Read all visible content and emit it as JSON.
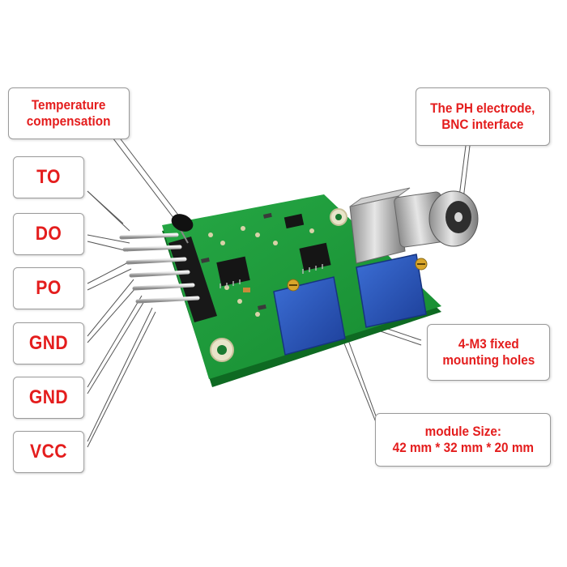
{
  "callouts": {
    "temperature": [
      "Temperature",
      "compensation"
    ],
    "bnc": [
      "The PH electrode,",
      "BNC interface"
    ],
    "mounting": [
      "4-M3 fixed",
      "mounting holes"
    ],
    "size": [
      "module  Size:",
      "42 mm * 32 mm * 20 mm"
    ]
  },
  "pins": {
    "to": "TO",
    "do": "DO",
    "po": "PO",
    "gnd1": "GND",
    "gnd2": "GND",
    "vcc": "VCC"
  },
  "colors": {
    "label_text": "#e41d1d",
    "pcb": "#1f9a3a",
    "potentiometer": "#2d57b8",
    "bnc_metal": "#b9b9b9"
  }
}
